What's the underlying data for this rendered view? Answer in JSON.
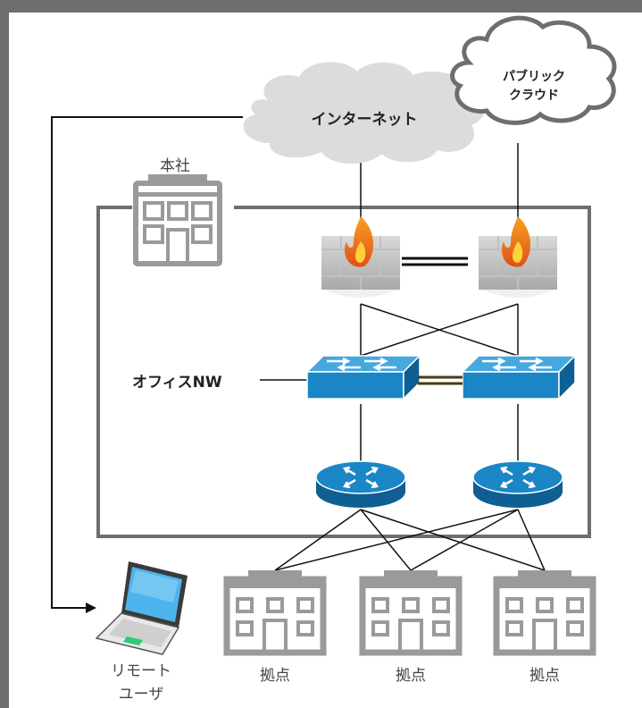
{
  "labels": {
    "internet": "インターネット",
    "public_cloud_line1": "パブリック",
    "public_cloud_line2": "クラウド",
    "headquarters": "本社",
    "office_nw": "オフィスNW",
    "remote_user_line1": "リモート",
    "remote_user_line2": "ユーザ",
    "branch_1": "拠点",
    "branch_2": "拠点",
    "branch_3": "拠点"
  },
  "icons": {
    "cloud_internet": "cloud-icon",
    "cloud_public": "cloud-icon",
    "office_building": "office-building-icon",
    "firewall": "firewall-icon",
    "switch": "network-switch-icon",
    "router": "router-icon",
    "laptop": "laptop-icon",
    "branch_building": "building-icon"
  },
  "colors": {
    "frame": "#6e6e6e",
    "cloud_fill": "#dcdcdc",
    "network_blue": "#1b86c6",
    "line": "#111111",
    "building_gray": "#9a9a9a"
  }
}
